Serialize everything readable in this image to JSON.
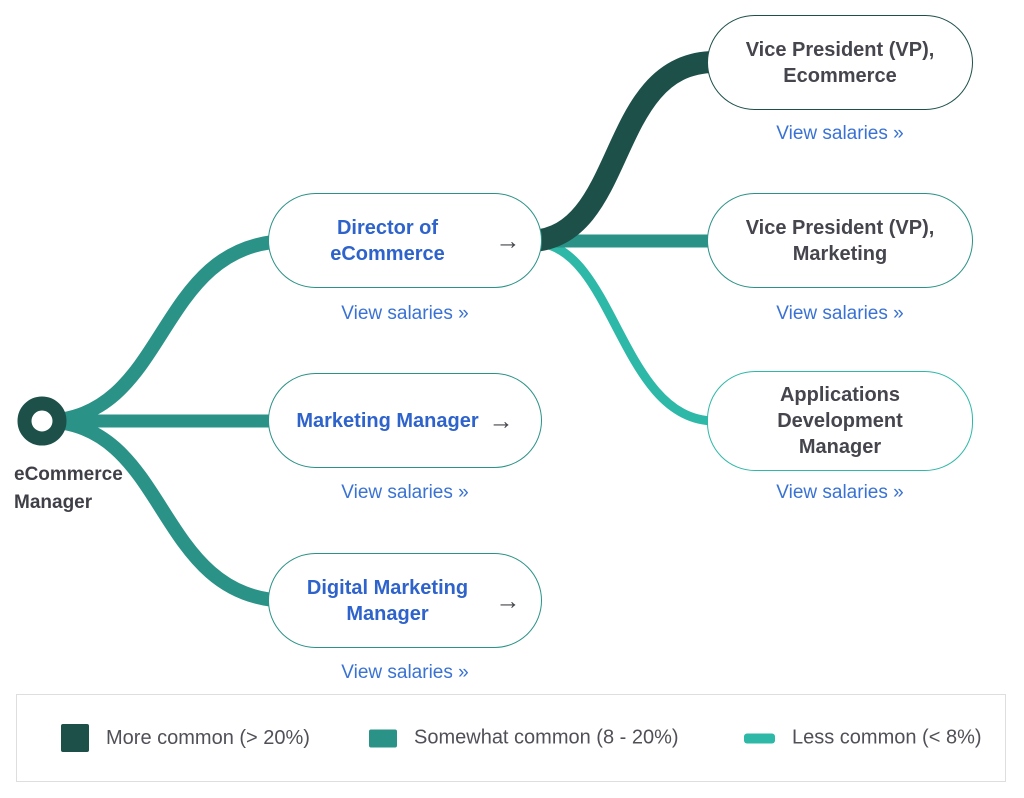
{
  "colors": {
    "more_common": "#1d5049",
    "somewhat_common": "#2a9286",
    "less_common": "#2eb8a7",
    "title_blue": "#2f63cc",
    "link_blue": "#3a72d4",
    "dark_text": "#45454d",
    "root_text": "#3f3f47",
    "arrow_color": "#43464c",
    "legend_text": "#505058",
    "legend_border": "#dedede"
  },
  "root": {
    "label": "eCommerce Manager"
  },
  "arrow_glyph": "→",
  "nodes": {
    "mid": [
      {
        "title": "Director of eCommerce",
        "tier": "somewhat",
        "link": "View salaries »"
      },
      {
        "title": "Marketing Manager",
        "tier": "somewhat",
        "link": "View salaries »"
      },
      {
        "title": "Digital Marketing Manager",
        "tier": "somewhat",
        "link": "View salaries »"
      }
    ],
    "right": [
      {
        "title": "Vice President (VP), Ecommerce",
        "tier": "more",
        "link": "View salaries »"
      },
      {
        "title": "Vice President (VP), Marketing",
        "tier": "somewhat",
        "link": "View salaries »"
      },
      {
        "title": "Applications Development Manager",
        "tier": "less",
        "link": "View salaries »"
      }
    ]
  },
  "legend": {
    "items": [
      {
        "label": "More common (> 20%)",
        "color": "#1d5049"
      },
      {
        "label": "Somewhat common (8 - 20%)",
        "color": "#2a9286"
      },
      {
        "label": "Less common (< 8%)",
        "color": "#2eb8a7"
      }
    ]
  }
}
